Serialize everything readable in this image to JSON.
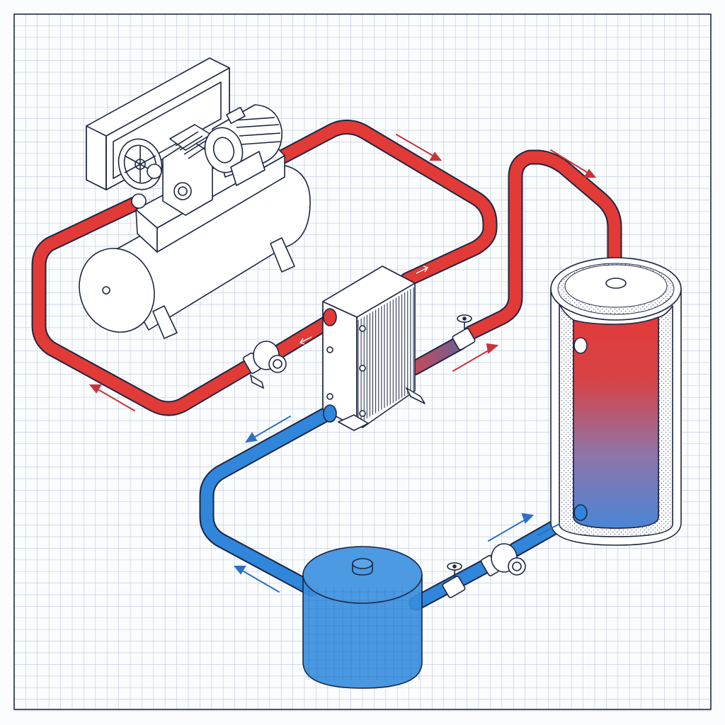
{
  "diagram": {
    "kind": "isometric heat recovery piping schematic",
    "components": [
      {
        "id": "air-compressor",
        "icon": "compressor-icon"
      },
      {
        "id": "plate-heat-exchanger",
        "icon": "heat-exchanger-icon"
      },
      {
        "id": "hot-water-storage-tank",
        "icon": "storage-tank-icon"
      },
      {
        "id": "cold-water-buffer-tank",
        "icon": "buffer-tank-icon"
      }
    ],
    "valves": 4,
    "flow_arrows": 8
  },
  "colors": {
    "background": "#fbfcfd",
    "grid": "#c4cfe2",
    "frame": "#1d2a48",
    "hot_pipe": "#e23a36",
    "cold_pipe": "#2f86db",
    "outline": "#1c2642",
    "arrow_hot": "#c8343a",
    "arrow_cold": "#2f6fc5",
    "tank_gradient_top": "#e23a3a",
    "tank_gradient_bottom": "#4a86d6"
  }
}
